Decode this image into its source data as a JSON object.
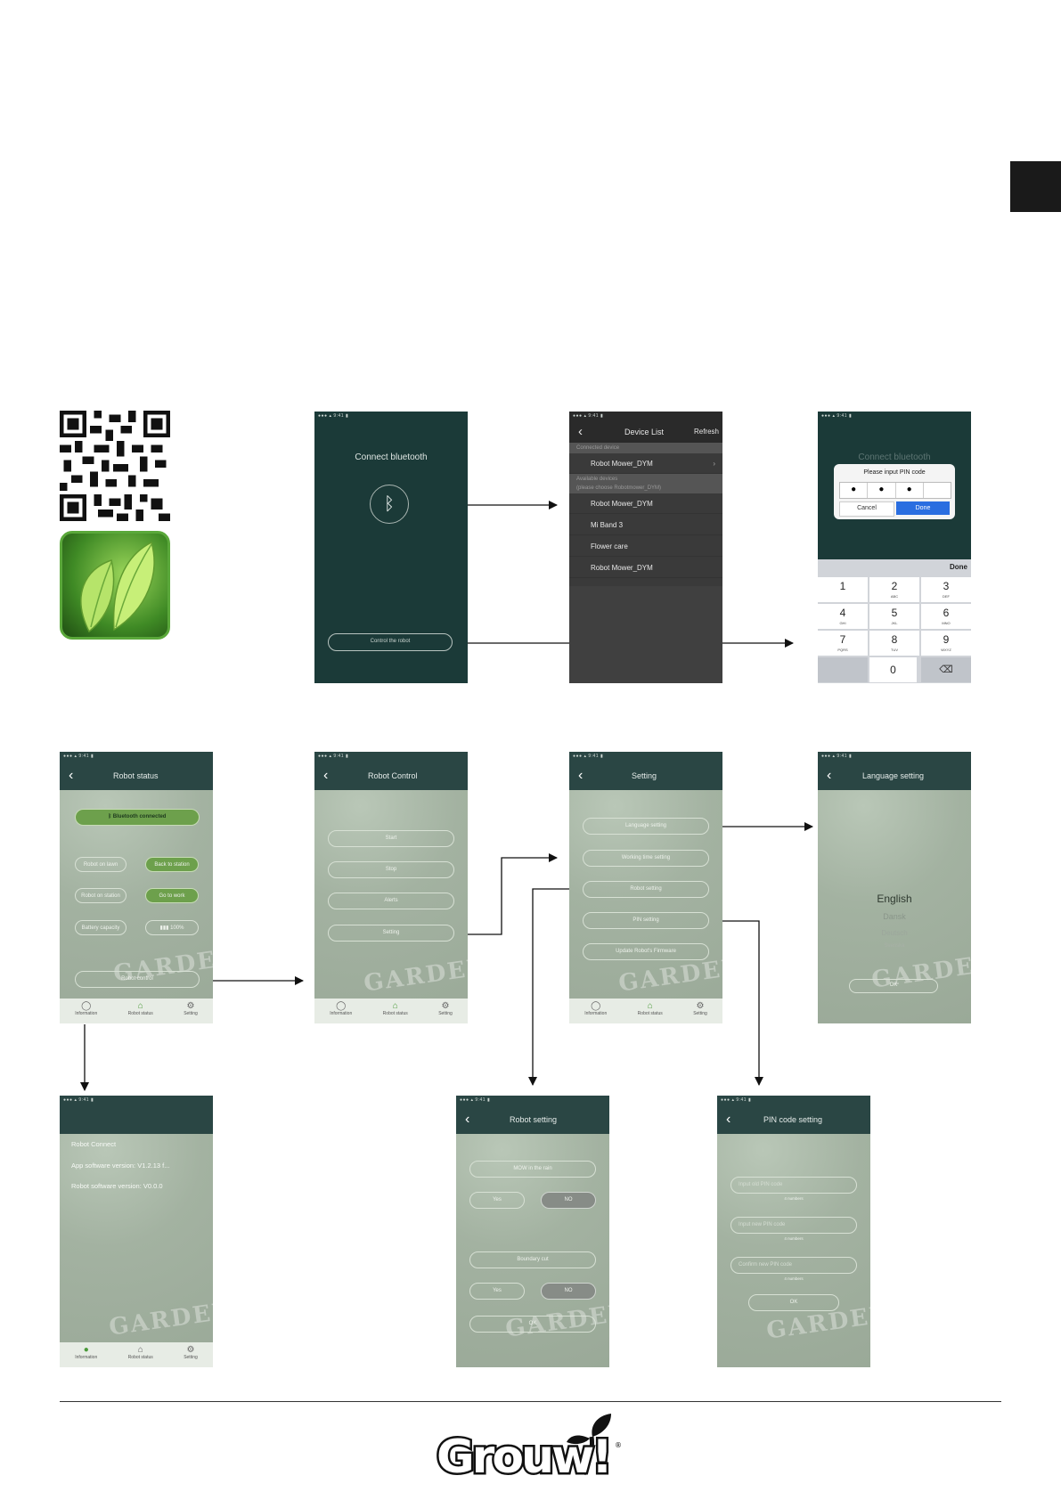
{
  "qr_label": "",
  "screens": {
    "connect": {
      "title": "Connect bluetooth",
      "button": "Control the robot"
    },
    "device_list": {
      "title": "Device List",
      "refresh": "Refresh",
      "connected_header": "Connected device",
      "available_header": "Available devices",
      "available_sub": "(please choose Robotmower_DYM)",
      "connected": [
        "Robot Mower_DYM"
      ],
      "available": [
        "Robot Mower_DYM",
        "Mi Band 3",
        "Flower care",
        "Robot Mower_DYM"
      ]
    },
    "pin": {
      "bg_title": "Connect bluetooth",
      "prompt": "Please input PIN code",
      "cancel": "Cancel",
      "done": "Done",
      "kbd_done": "Done",
      "keys": [
        {
          "d": "1",
          "l": ""
        },
        {
          "d": "2",
          "l": "ABC"
        },
        {
          "d": "3",
          "l": "DEF"
        },
        {
          "d": "4",
          "l": "GHI"
        },
        {
          "d": "5",
          "l": "JKL"
        },
        {
          "d": "6",
          "l": "MNO"
        },
        {
          "d": "7",
          "l": "PQRS"
        },
        {
          "d": "8",
          "l": "TUV"
        },
        {
          "d": "9",
          "l": "WXYZ"
        }
      ],
      "zero": "0"
    },
    "robot_status": {
      "title": "Robot status",
      "bt": "Bluetooth connected",
      "rows": [
        {
          "l": "Robot on lawn",
          "r": "Back to station"
        },
        {
          "l": "Robot on station",
          "r": "Go to work"
        },
        {
          "l": "Battery capacity",
          "r": "100%"
        }
      ],
      "control": "Robot control"
    },
    "robot_control": {
      "title": "Robot Control",
      "buttons": [
        "Start",
        "Stop",
        "Alerts",
        "Setting"
      ]
    },
    "setting": {
      "title": "Setting",
      "buttons": [
        "Language setting",
        "Working time setting",
        "Robot setting",
        "PIN setting",
        "Update Robot's Firmware"
      ]
    },
    "language": {
      "title": "Language setting",
      "options": [
        "English",
        "Dansk",
        "Deutsch",
        "Svenska"
      ],
      "ok": "OK"
    },
    "info": {
      "lines": [
        "Robot Connect",
        "App software version: V1.2.13 f...",
        "Robot software version: V0.0.0"
      ]
    },
    "robot_setting": {
      "title": "Robot setting",
      "rain": "MOW in the rain",
      "boundary": "Boundary cut",
      "yes": "Yes",
      "no": "NO",
      "ok": "OK"
    },
    "pin_setting": {
      "title": "PIN code setting",
      "fields": [
        "Input old PIN code",
        "Input new PIN code",
        "Confirm new PIN code"
      ],
      "hint": "4 numbers",
      "ok": "OK"
    },
    "tabs": [
      "Information",
      "Robot status",
      "Setting"
    ],
    "watermark": "GARDEN"
  },
  "brand": "Grouw!"
}
